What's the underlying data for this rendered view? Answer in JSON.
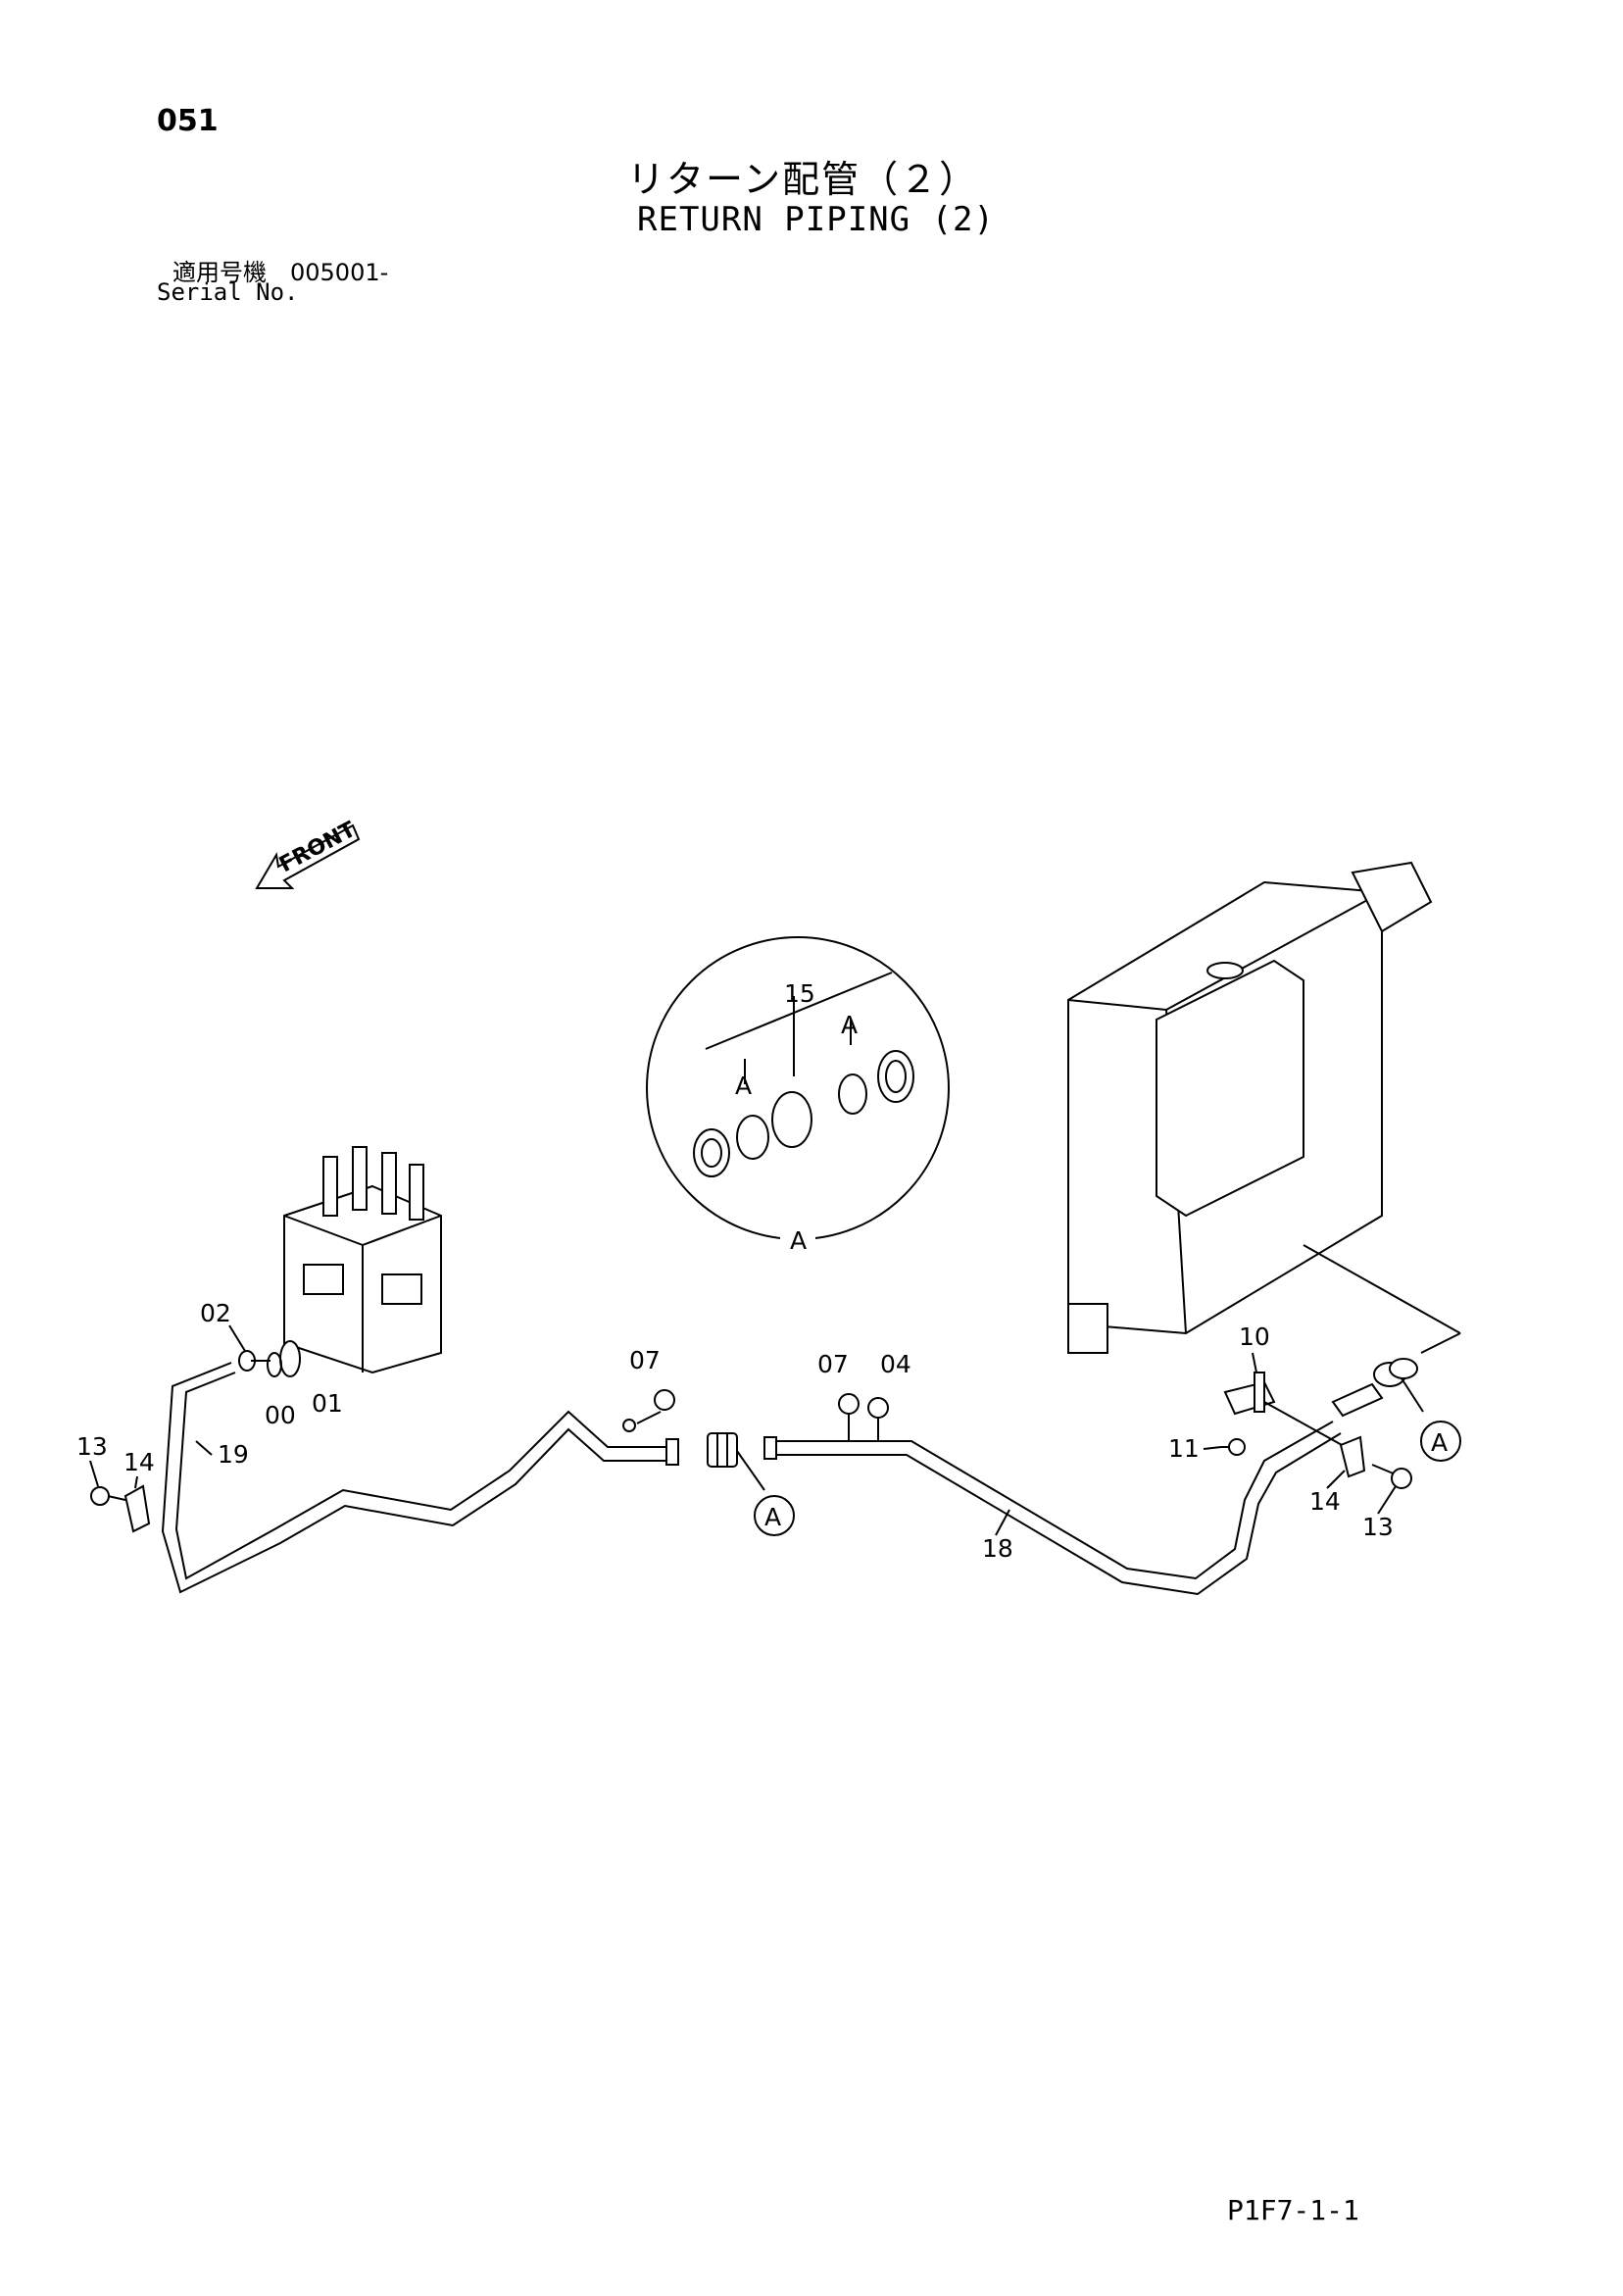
{
  "header": {
    "page_number": "051",
    "title_jp": "リターン配管（２）",
    "title_en": "RETURN PIPING (2)",
    "serial_jp": "適用号機　005001-",
    "serial_en": "Serial No."
  },
  "footer": {
    "code": "P1F7-1-1"
  },
  "diagram": {
    "front_label": "FRONT",
    "parts": {
      "p00": "00",
      "p01": "01",
      "p02": "02",
      "p04": "04",
      "p07a": "07",
      "p07b": "07",
      "p10": "10",
      "p11": "11",
      "p13a": "13",
      "p13b": "13",
      "p14a": "14",
      "p14b": "14",
      "p15": "15",
      "p18": "18",
      "p19": "19"
    },
    "refs": {
      "detail_a": "A",
      "detail_a1": "A",
      "detail_a2": "A",
      "callout_center": "A",
      "callout_right": "A"
    }
  }
}
